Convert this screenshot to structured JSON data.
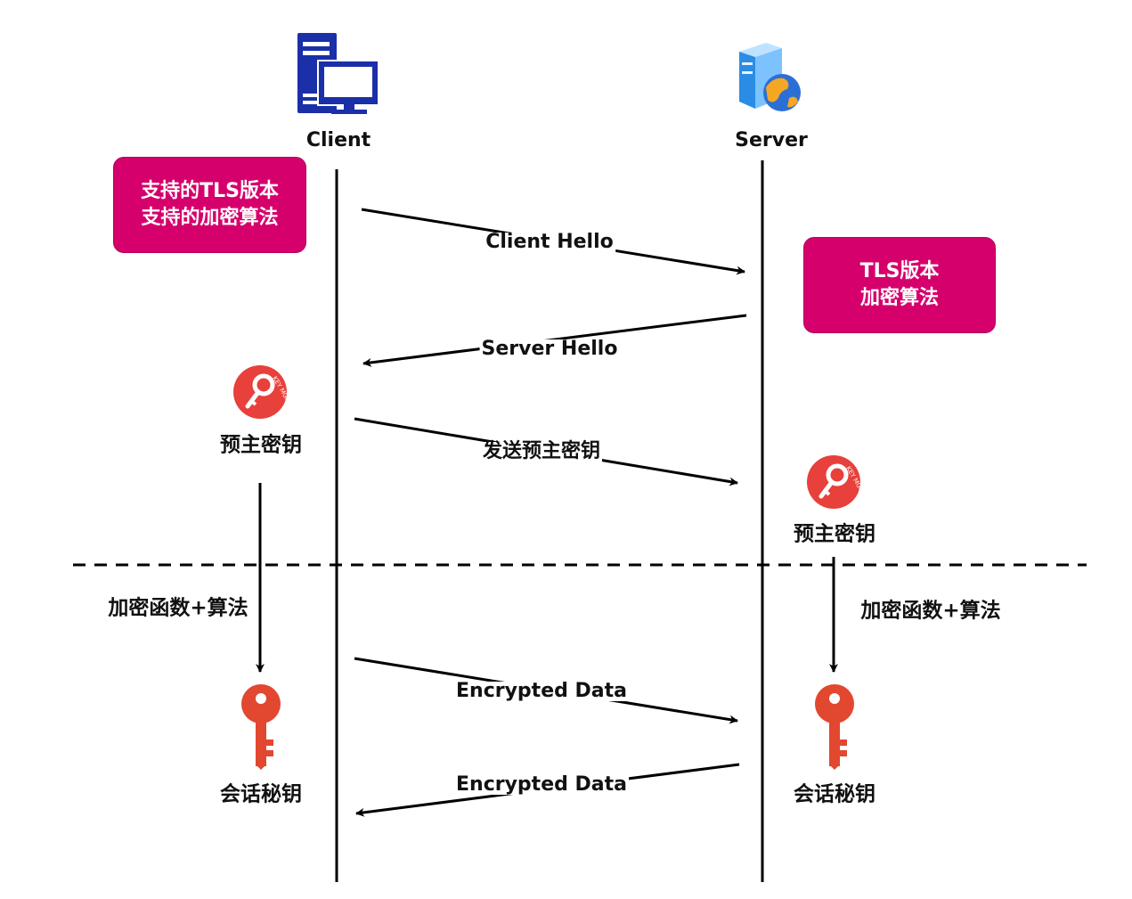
{
  "actors": {
    "client": {
      "label": "Client",
      "icon": "client-computer-icon"
    },
    "server": {
      "label": "Server",
      "icon": "server-globe-icon"
    }
  },
  "notes": {
    "client_box": {
      "line1": "支持的TLS版本",
      "line2": "支持的加密算法"
    },
    "server_box": {
      "line1": "TLS版本",
      "line2": "加密算法"
    }
  },
  "messages": {
    "client_hello": "Client Hello",
    "server_hello": "Server Hello",
    "send_premaster": "发送预主密钥",
    "encrypted_1": "Encrypted Data",
    "encrypted_2": "Encrypted Data"
  },
  "client_side": {
    "premaster_key": "预主密钥",
    "derive_label": "加密函数+算法",
    "session_key": "会话秘钥"
  },
  "server_side": {
    "premaster_key": "预主密钥",
    "derive_label": "加密函数+算法",
    "session_key": "会话秘钥"
  },
  "key_badge_text": "KEY MGMT",
  "colors": {
    "accent": "#d6006c",
    "key_red": "#e8403a",
    "key_orange_red": "#e2472f",
    "client_icon": "#1a2fa8",
    "server_blue": "#2b8ce6",
    "globe_orange": "#f5a623"
  }
}
